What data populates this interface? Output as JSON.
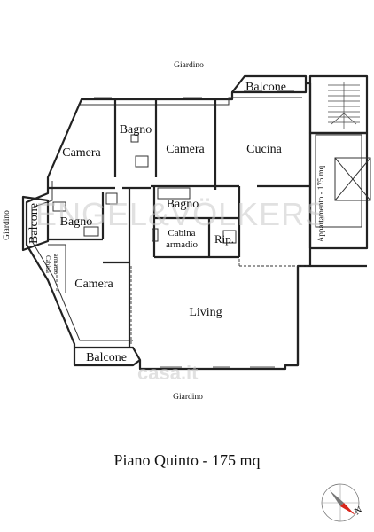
{
  "labels": {
    "giardino_top": "Giardino",
    "giardino_left": "Giardino",
    "giardino_bottom": "Giardino",
    "balcone_top": "Balcone",
    "balcone_left": "Balcone",
    "balcone_bottom": "Balcone",
    "camera_1": "Camera",
    "bagno_1": "Bagno",
    "camera_2": "Camera",
    "cucina": "Cucina",
    "bagno_2": "Bagno",
    "bagno_3": "Bagno",
    "cabina_armadio_1_line1": "Cabina",
    "cabina_armadio_1_line2": "armadio",
    "cabina_armadio_2_line1": "Cabina",
    "cabina_armadio_2_line2": "armadio",
    "ripostiglio": "Rip.",
    "camera_3": "Camera",
    "living": "Living",
    "appartamento": "Appartamento - 175 mq"
  },
  "title": "Piano Quinto - 175 mq",
  "watermark": {
    "brand": "ENGEL&VÖLKERS",
    "site": "casa.it"
  },
  "compass": {
    "north_label": "N"
  }
}
